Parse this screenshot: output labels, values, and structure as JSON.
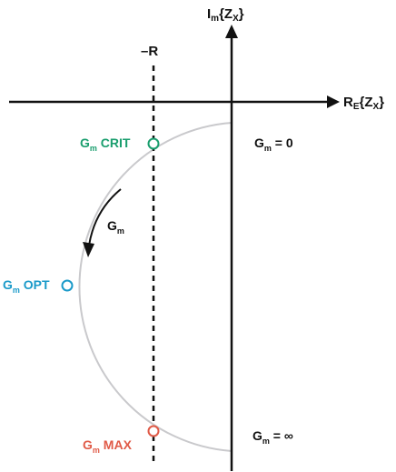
{
  "axes": {
    "imag_main": "I",
    "imag_sub": "m",
    "imag_tail": "{Z",
    "imag_tail_sub": "X",
    "imag_close": "}",
    "real_main": "R",
    "real_sub": "E",
    "real_tail": "{Z",
    "real_tail_sub": "X",
    "real_close": "}"
  },
  "neg_r_label": "–R",
  "points": {
    "crit": {
      "main": "G",
      "sub": "m",
      "rest": " CRIT",
      "color": "#1a9e6e"
    },
    "opt": {
      "main": "G",
      "sub": "m",
      "rest": " OPT",
      "color": "#1a9ac9"
    },
    "max": {
      "main": "G",
      "sub": "m",
      "rest": " MAX",
      "color": "#e05a47"
    }
  },
  "annotations": {
    "gm_zero": {
      "main": "G",
      "sub": "m",
      "rest": " = 0"
    },
    "gm_inf": {
      "main": "G",
      "sub": "m",
      "rest": " = ∞"
    },
    "gm_arrow": {
      "main": "G",
      "sub": "m"
    }
  },
  "colors": {
    "axis": "#111111",
    "arc": "#c9c9cc",
    "text": "#111111"
  }
}
